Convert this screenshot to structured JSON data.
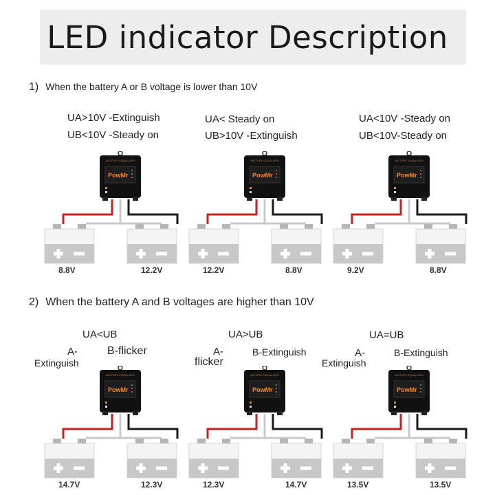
{
  "title": "LED indicator Description",
  "device": {
    "header": "BATTERY EQUALIZER",
    "brand": "PowMr"
  },
  "colors": {
    "positive_wire": "#c8201c",
    "negative_wire": "#1a1a1a",
    "device": "#111111",
    "brand": "#f08a1c",
    "battery": "#c8c8c8"
  },
  "section1": {
    "number": "1)",
    "heading": "When the battery A or B voltage is lower than 10V",
    "panels": [
      {
        "line1": "UA>10V -Extinguish",
        "line2": "UB<10V -Steady on",
        "va": "8.8V",
        "vb": "12.2V"
      },
      {
        "line1": "UA< Steady on",
        "line2": "UB>10V -Extinguish",
        "va": "12.2V",
        "vb": "8.8V"
      },
      {
        "line1": "UA<10V -Steady on",
        "line2": "UB<10V-Steady on",
        "va": "9.2V",
        "vb": "8.8V"
      }
    ]
  },
  "section2": {
    "number": "2)",
    "heading": "When the battery A and B voltages are higher than 10V",
    "panels": [
      {
        "cond": "UA<UB",
        "a_prefix": "A-",
        "a_state": "Extinguish",
        "b_label": "B-flicker",
        "va": "14.7V",
        "vb": "12.3V"
      },
      {
        "cond": "UA>UB",
        "a_prefix": "A-",
        "a_state": "flicker",
        "b_label": "B-Extinguish",
        "va": "12.3V",
        "vb": "14.7V"
      },
      {
        "cond": "UA=UB",
        "a_prefix": "A-",
        "a_state": "Extinguish",
        "b_label": "B-Extinguish",
        "va": "13.5V",
        "vb": "13.5V"
      }
    ]
  }
}
